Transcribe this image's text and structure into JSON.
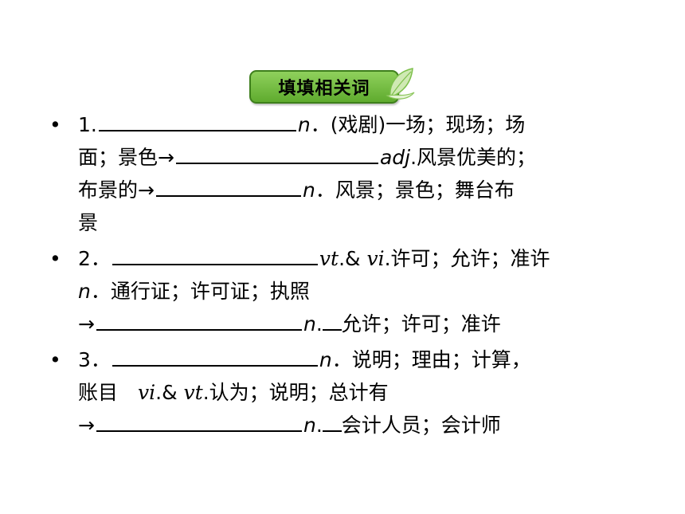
{
  "title": "填填相关词",
  "items": [
    {
      "bullet": "•",
      "num": "1.",
      "pos1": "n",
      "t1": "．(戏剧)一场；现场；场",
      "t2": "面；景色→",
      "pos2": "adj",
      "t3": ".风景优美的；",
      "t4": "布景的→",
      "pos3": "n",
      "t5": "．风景；景色；舞台布",
      "t6": "景"
    },
    {
      "bullet": "•",
      "num": "2．",
      "pos_vt": "vt",
      "amp": ".& ",
      "pos_vi": "vi",
      "t1": ".许可；允许；准许",
      "pos_n": "n",
      "t2": "．通行证；许可证；执照",
      "arrow": "→",
      "pos_n2": "n",
      "dot": ".",
      "t3": "允许；许可；准许"
    },
    {
      "bullet": "•",
      "num": "3．",
      "pos_n": "n",
      "t1": "．说明；理由；计算，",
      "t2": "账目　",
      "pos_vi": "vi",
      "amp": ".& ",
      "pos_vt": "vt",
      "t3": ".认为；说明；总计有",
      "arrow": "→",
      "pos_n2": "n",
      "dot": ".",
      "t4": "会计人员；会计师"
    }
  ]
}
